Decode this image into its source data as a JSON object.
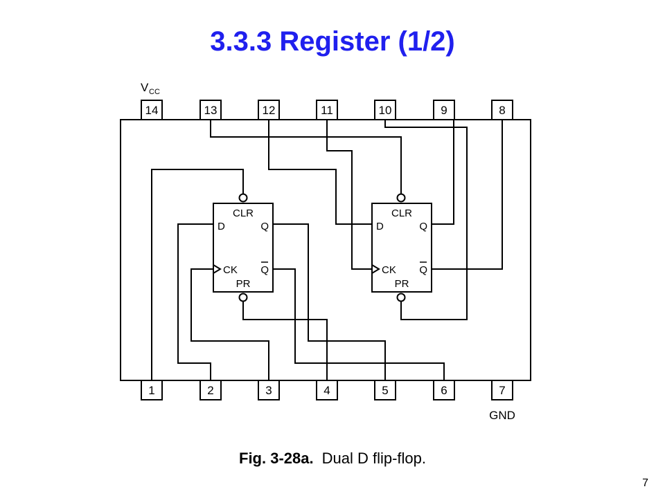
{
  "title": "3.3.3  Register (1/2)",
  "caption": {
    "fig_label": "Fig. 3-28a.",
    "text": "Dual D flip-flop."
  },
  "page_number": "7",
  "chip": {
    "vcc_label": "V",
    "vcc_subscript": "CC",
    "gnd_label": "GND",
    "top_pins": [
      "14",
      "13",
      "12",
      "11",
      "10",
      "9",
      "8"
    ],
    "bottom_pins": [
      "1",
      "2",
      "3",
      "4",
      "5",
      "6",
      "7"
    ]
  },
  "flip_flops": [
    {
      "clr": "CLR",
      "d": "D",
      "q": "Q",
      "ck": "CK",
      "qbar": "Q",
      "pr": "PR"
    },
    {
      "clr": "CLR",
      "d": "D",
      "q": "Q",
      "ck": "CK",
      "qbar": "Q",
      "pr": "PR"
    }
  ]
}
